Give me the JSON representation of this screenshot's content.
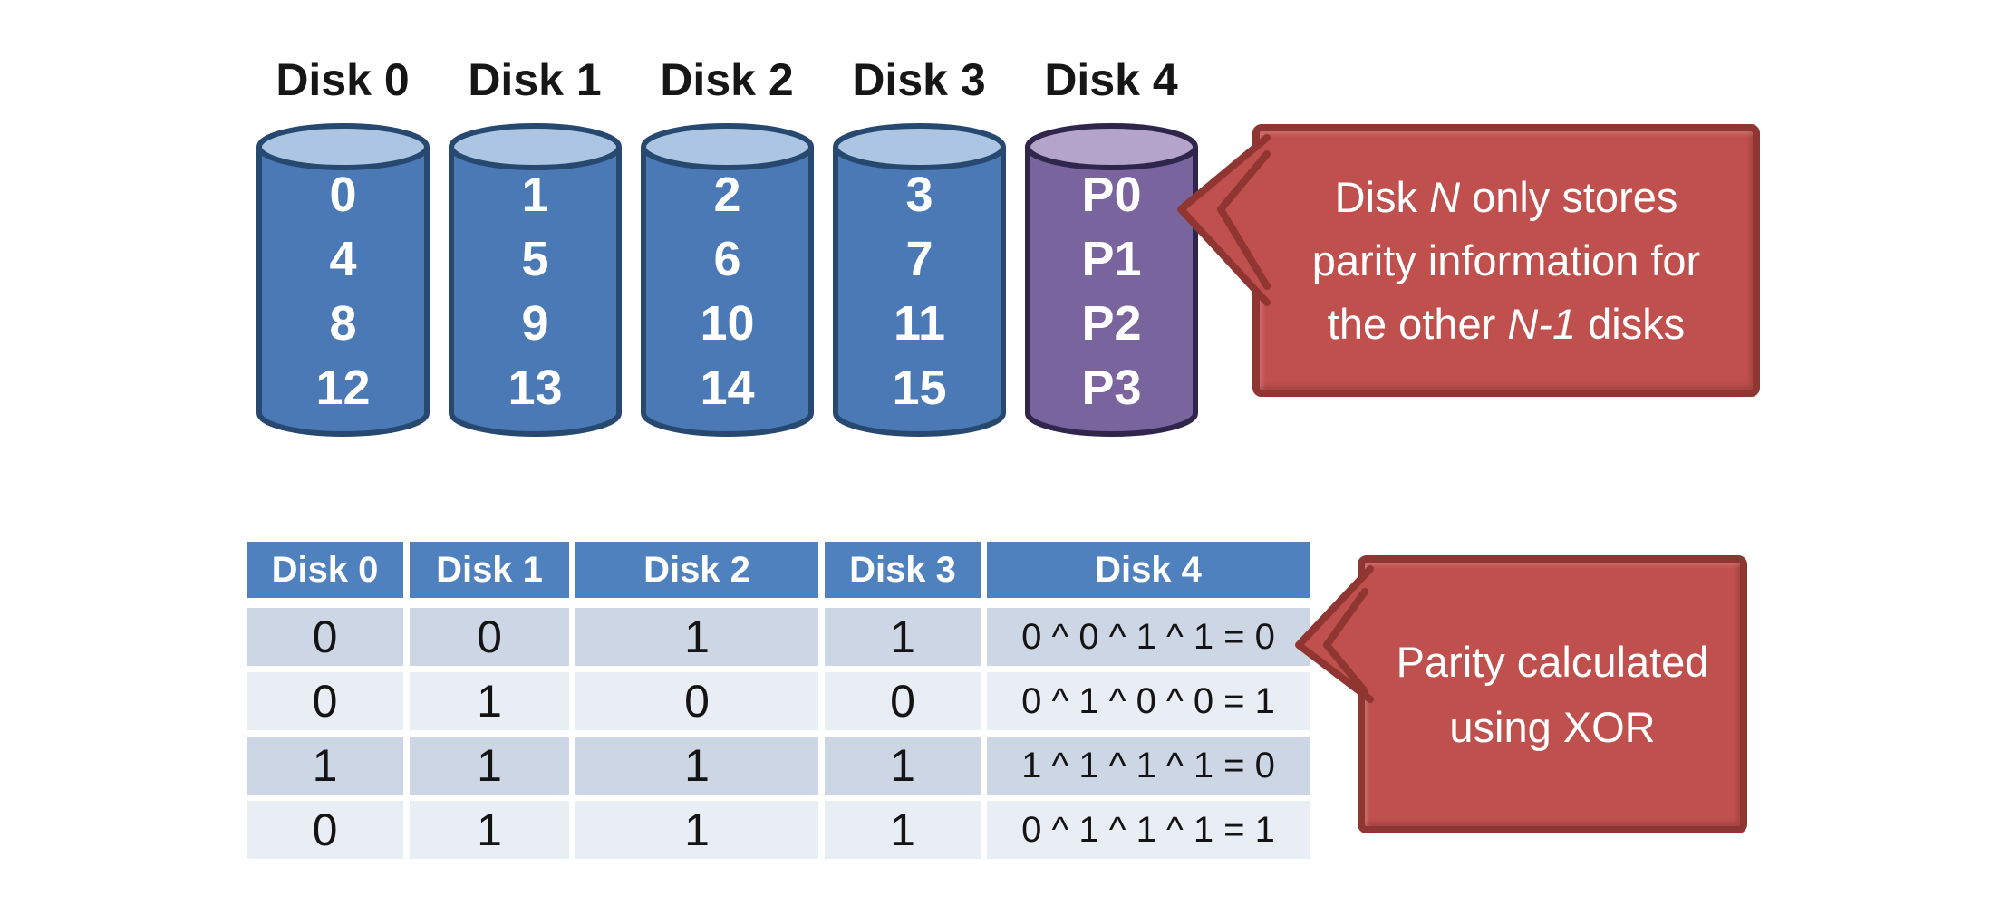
{
  "disks": [
    {
      "label": "Disk 0",
      "type": "data",
      "values": [
        "0",
        "4",
        "8",
        "12"
      ]
    },
    {
      "label": "Disk 1",
      "type": "data",
      "values": [
        "1",
        "5",
        "9",
        "13"
      ]
    },
    {
      "label": "Disk 2",
      "type": "data",
      "values": [
        "2",
        "6",
        "10",
        "14"
      ]
    },
    {
      "label": "Disk 3",
      "type": "data",
      "values": [
        "3",
        "7",
        "11",
        "15"
      ]
    },
    {
      "label": "Disk 4",
      "type": "parity",
      "values": [
        "P0",
        "P1",
        "P2",
        "P3"
      ]
    }
  ],
  "callouts": [
    {
      "lines": [
        [
          "Disk ",
          "N",
          " only stores"
        ],
        [
          "parity information for"
        ],
        [
          "the other ",
          "N-1",
          " disks"
        ]
      ]
    },
    {
      "lines": [
        [
          "Parity calculated"
        ],
        [
          "using XOR"
        ]
      ]
    }
  ],
  "table": {
    "headers": [
      "Disk 0",
      "Disk 1",
      "Disk 2",
      "Disk 3",
      "Disk 4"
    ],
    "rows": [
      [
        "0",
        "0",
        "1",
        "1",
        "0 ^ 0 ^ 1 ^ 1 = 0"
      ],
      [
        "0",
        "1",
        "0",
        "0",
        "0 ^ 1 ^ 0 ^ 0 = 1"
      ],
      [
        "1",
        "1",
        "1",
        "1",
        "1 ^ 1 ^ 1 ^ 1 = 0"
      ],
      [
        "0",
        "1",
        "1",
        "1",
        "0 ^ 1 ^ 1 ^ 1 = 1"
      ]
    ]
  },
  "palette": {
    "disk-blue": "#4A79B6",
    "disk-blue-top": "#ACC5E2",
    "disk-blue-line": "#27496F",
    "disk-purple": "#79649E",
    "disk-purple-top": "#B5A4C9",
    "disk-purple-line": "#30254A",
    "callout-fill": "#C0504D",
    "callout-line": "#8F3532",
    "table-header": "#4E81BD",
    "row-dark": "#CDD6E4",
    "row-light": "#E9EDF4"
  }
}
